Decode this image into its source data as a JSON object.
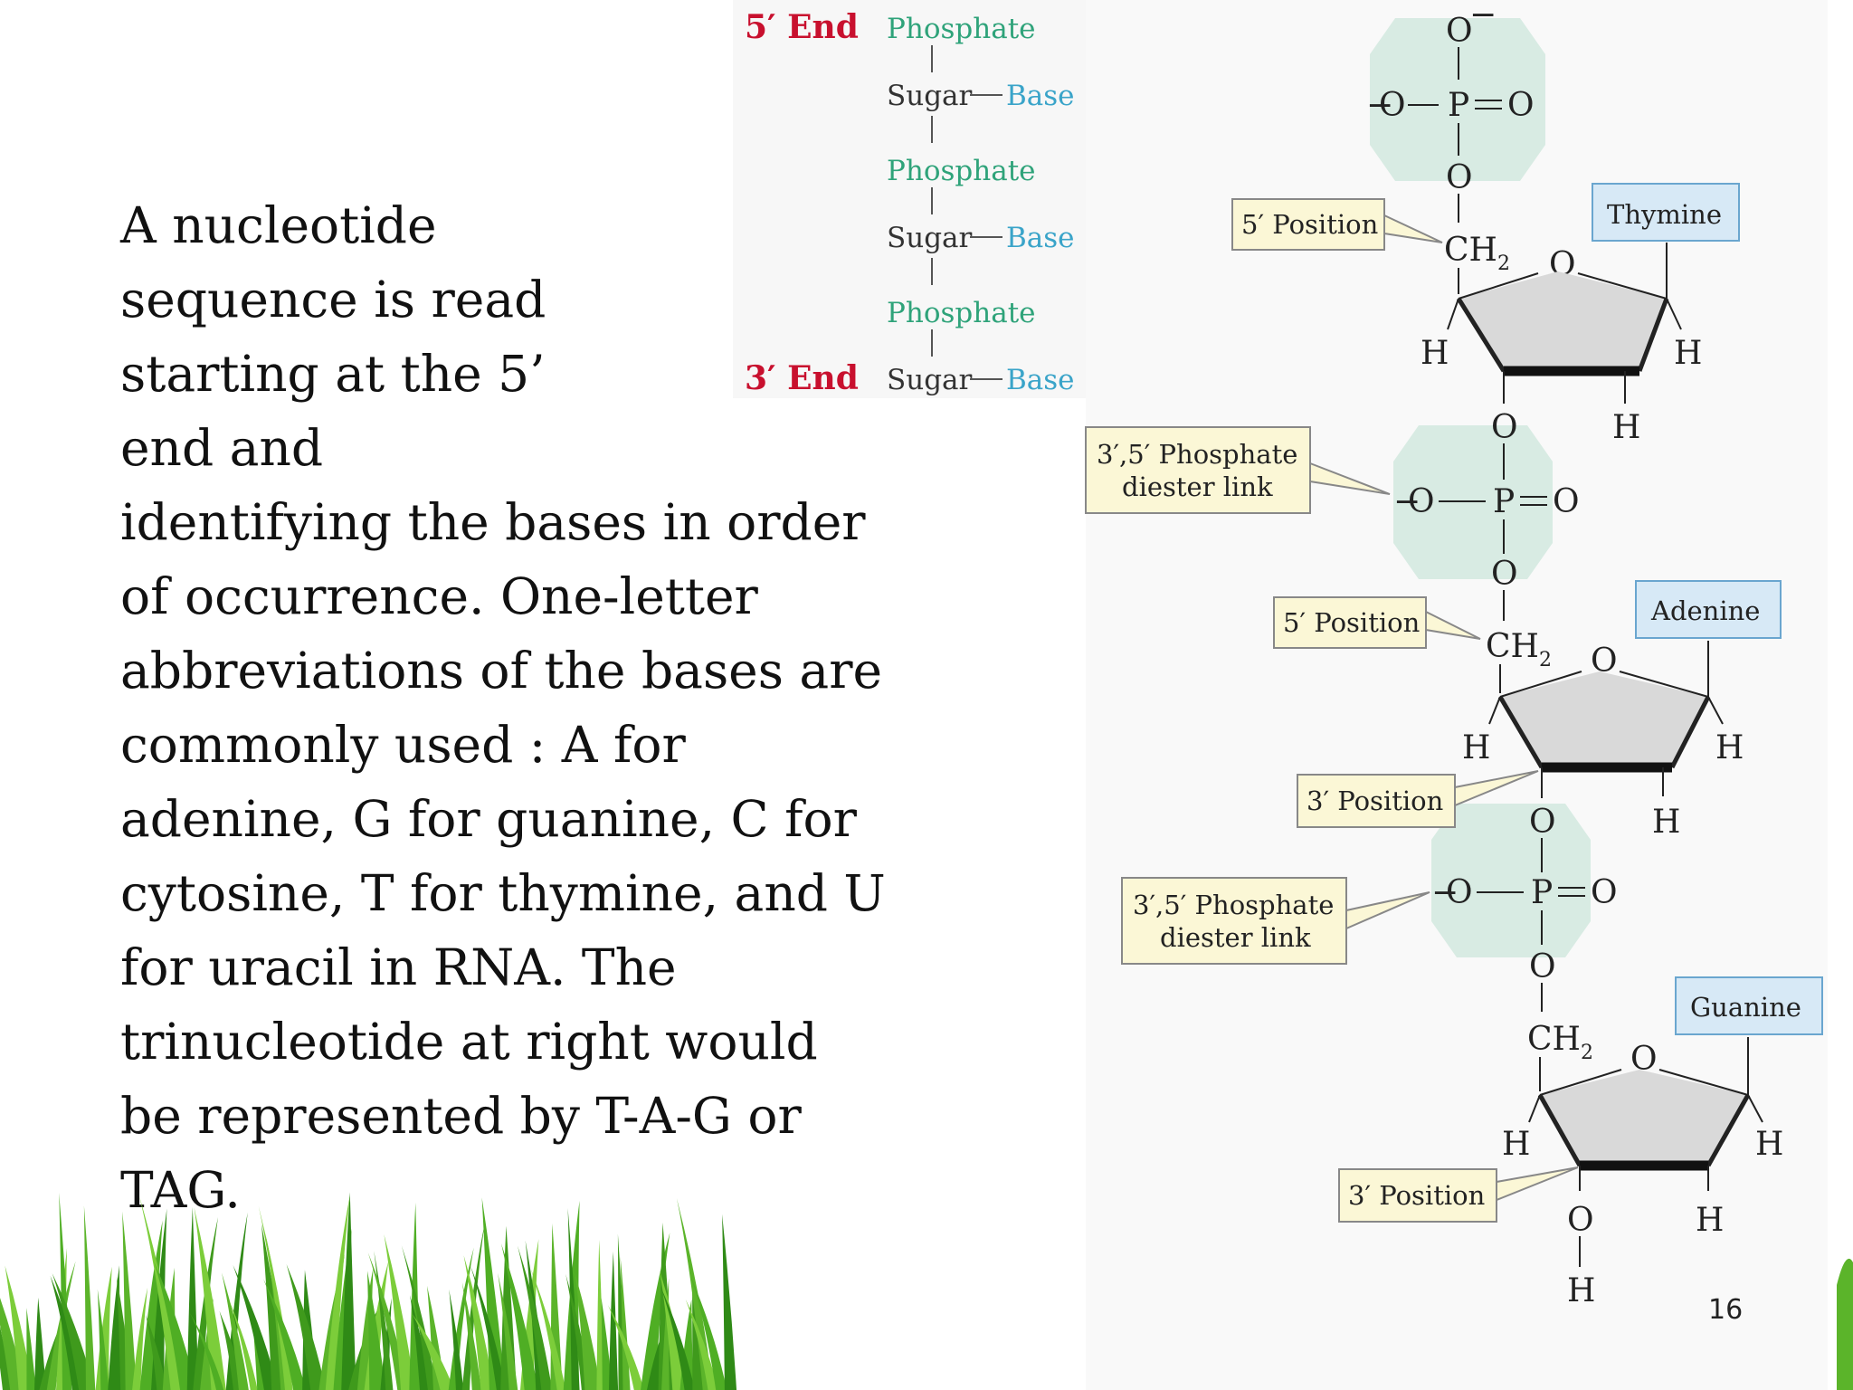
{
  "slide": {
    "paragraph_lines": [
      "A nucleotide",
      "sequence is read",
      "starting at the 5’",
      "end and",
      "identifying the bases in order",
      "of occurrence. One-letter",
      "abbreviations of the bases are",
      "commonly used : A for",
      "adenine, G for guanine, C for",
      "cytosine, T for thymine, and U",
      "for uracil in RNA. The",
      "trinucleotide at right would",
      "be represented by T-A-G or",
      "TAG."
    ],
    "page_number": "16"
  },
  "schematic": {
    "five_end": "5′ End",
    "three_end": "3′ End",
    "phosphate": "Phosphate",
    "sugar": "Sugar",
    "base": "Base"
  },
  "structure": {
    "bases": [
      "Thymine",
      "Adenine",
      "Guanine"
    ],
    "five_position": "5′ Position",
    "three_position": "3′ Position",
    "diester_line1": "3′,5′ Phosphate",
    "diester_line2": "diester link",
    "atom_O": "O",
    "atom_P": "P",
    "atom_H": "H",
    "atom_CH": "CH",
    "sub_2": "2"
  },
  "colors": {
    "end_label": "#c8102e",
    "phosphate_text": "#2fa37a",
    "base_text": "#3aa4c9",
    "phosphate_octagon": "#d8ebe3",
    "base_box_fill": "#d7e9f6",
    "label_box_fill": "#fbf7d6",
    "sugar_ring_fill": "#d9d9d9",
    "grass": "#4fae24"
  }
}
